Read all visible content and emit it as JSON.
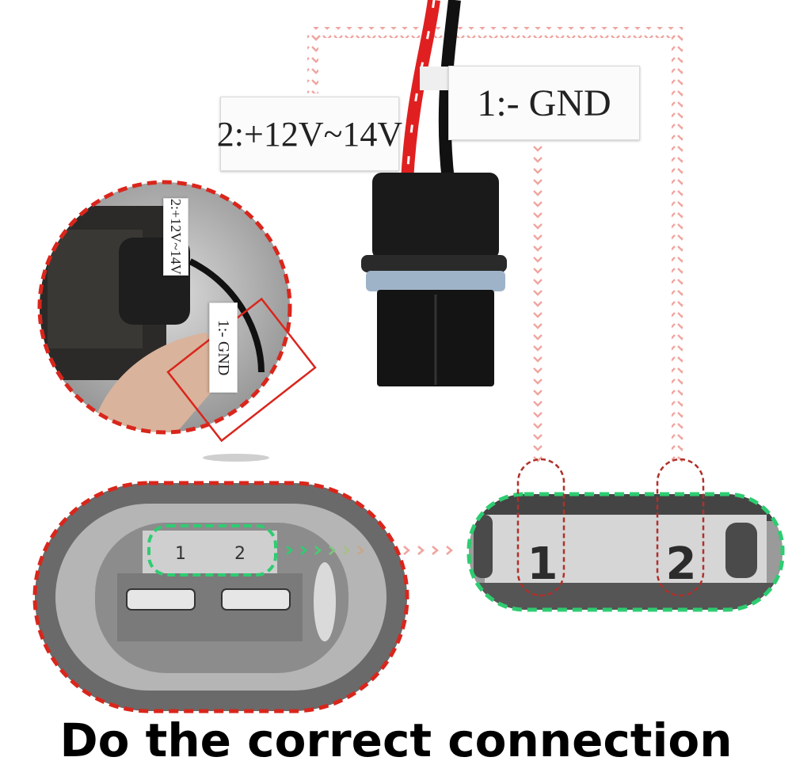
{
  "labels": {
    "positive_tag": "2:+12V~14V",
    "ground_tag": "1:- GND",
    "inset_positive_tag": "2:+12V~14V",
    "inset_ground_tag": "1:- GND"
  },
  "pins": {
    "socket_pin_1": "1",
    "socket_pin_2": "2",
    "zoom_pin_1": "1",
    "zoom_pin_2": "2"
  },
  "caption": "Do the correct connection",
  "colors": {
    "highlight_red": "#d9261c",
    "highlight_green": "#2ecc71",
    "arrow_pink": "#f0a5a0",
    "wire_red": "#e02020",
    "wire_black": "#111111"
  }
}
